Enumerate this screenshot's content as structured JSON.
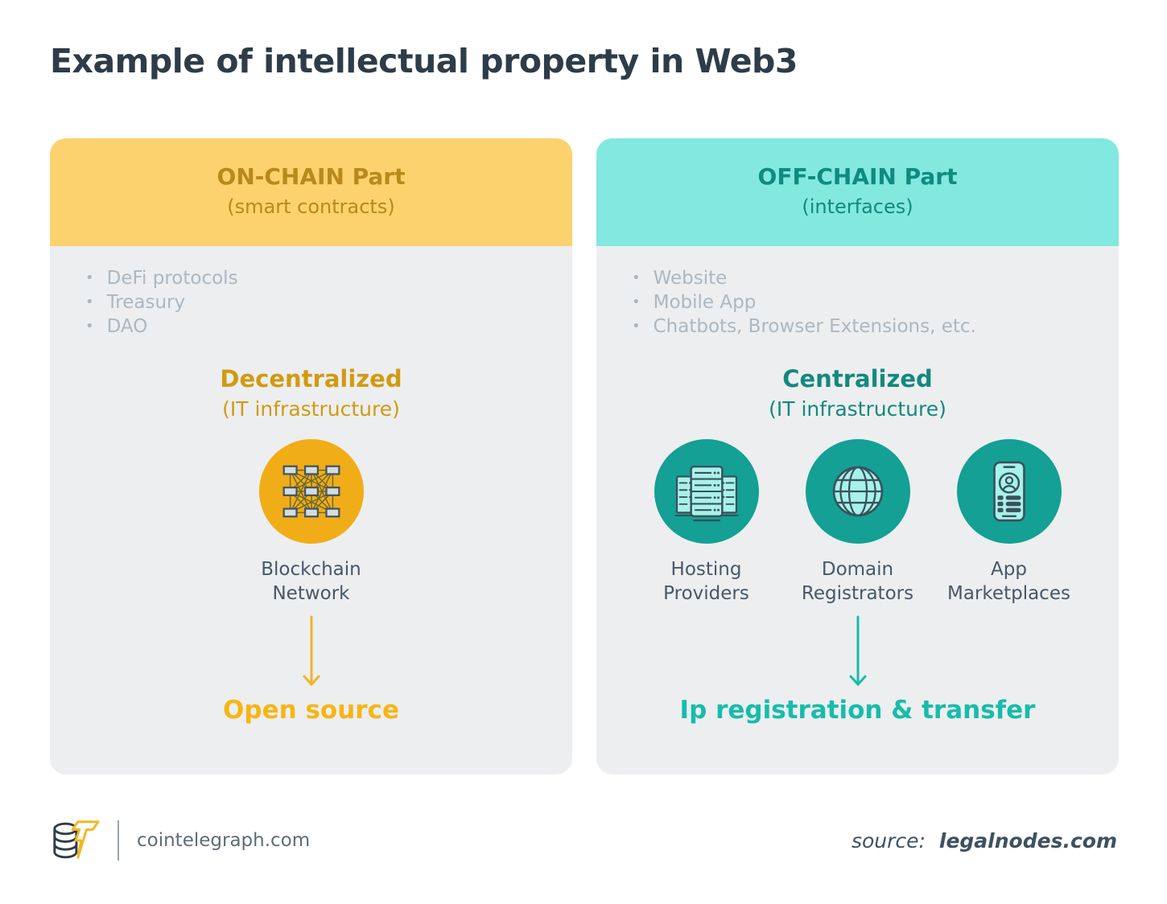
{
  "title": "Example of intellectual property in Web3",
  "colors": {
    "on_chain_header_bg": "#fbd26e",
    "on_chain_header_text": "#b8891b",
    "on_chain_accent": "#f7b514",
    "on_chain_circle": "#f1ad17",
    "off_chain_header_bg": "#82e8e0",
    "off_chain_header_text": "#0f8b80",
    "off_chain_accent": "#17bcab",
    "off_chain_circle": "#14a094",
    "panel_body_bg": "#edeef0",
    "muted_text": "#abb8c2",
    "label_text": "#46586a",
    "title_text": "#2d3c48"
  },
  "panels": {
    "left": {
      "header_title": "ON-CHAIN Part",
      "header_subtitle": "(smart contracts)",
      "bullet_marker": "•",
      "bullets": [
        "DeFi protocols",
        "Treasury",
        "DAO"
      ],
      "section_title": "Decentralized",
      "section_subtitle": "(IT infrastructure)",
      "node_icon": "blockchain-network-icon",
      "node_label": "Blockchain\nNetwork",
      "outcome": "Open source"
    },
    "right": {
      "header_title": "OFF-CHAIN Part",
      "header_subtitle": "(interfaces)",
      "bullet_marker": "•",
      "bullets": [
        "Website",
        "Mobile App",
        "Chatbots, Browser Extensions, etc."
      ],
      "section_title": "Centralized",
      "section_subtitle": "(IT infrastructure)",
      "nodes": [
        {
          "icon": "server-rack-icon",
          "label": "Hosting\nProviders"
        },
        {
          "icon": "globe-icon",
          "label": "Domain\nRegistrators"
        },
        {
          "icon": "smartphone-icon",
          "label": "App\nMarketplaces"
        }
      ],
      "outcome": "Ip registration & transfer"
    }
  },
  "footer": {
    "logo": "cointelegraph-logo",
    "site": "cointelegraph.com",
    "source_label": "source:",
    "source_value": "legalnodes.com"
  }
}
